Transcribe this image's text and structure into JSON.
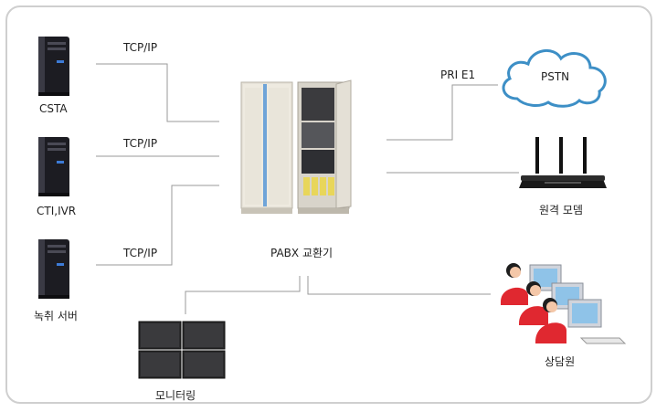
{
  "servers": [
    {
      "label": "CSTA",
      "link_label": "TCP/IP"
    },
    {
      "label": "CTI,IVR",
      "link_label": "TCP/IP"
    },
    {
      "label": "녹취 서버",
      "link_label": "TCP/IP"
    }
  ],
  "center": {
    "label": "PABX 교환기"
  },
  "pstn": {
    "label": "PSTN",
    "link_label": "PRI E1"
  },
  "modem": {
    "label": "원격 모뎀"
  },
  "agents": {
    "label": "상담원"
  },
  "monitor": {
    "label": "모니터링"
  },
  "colors": {
    "line": "#9a9a9a",
    "server": "#1c1c22",
    "agent_shirt": "#e02830",
    "cloud_stroke": "#3d8fc6"
  }
}
